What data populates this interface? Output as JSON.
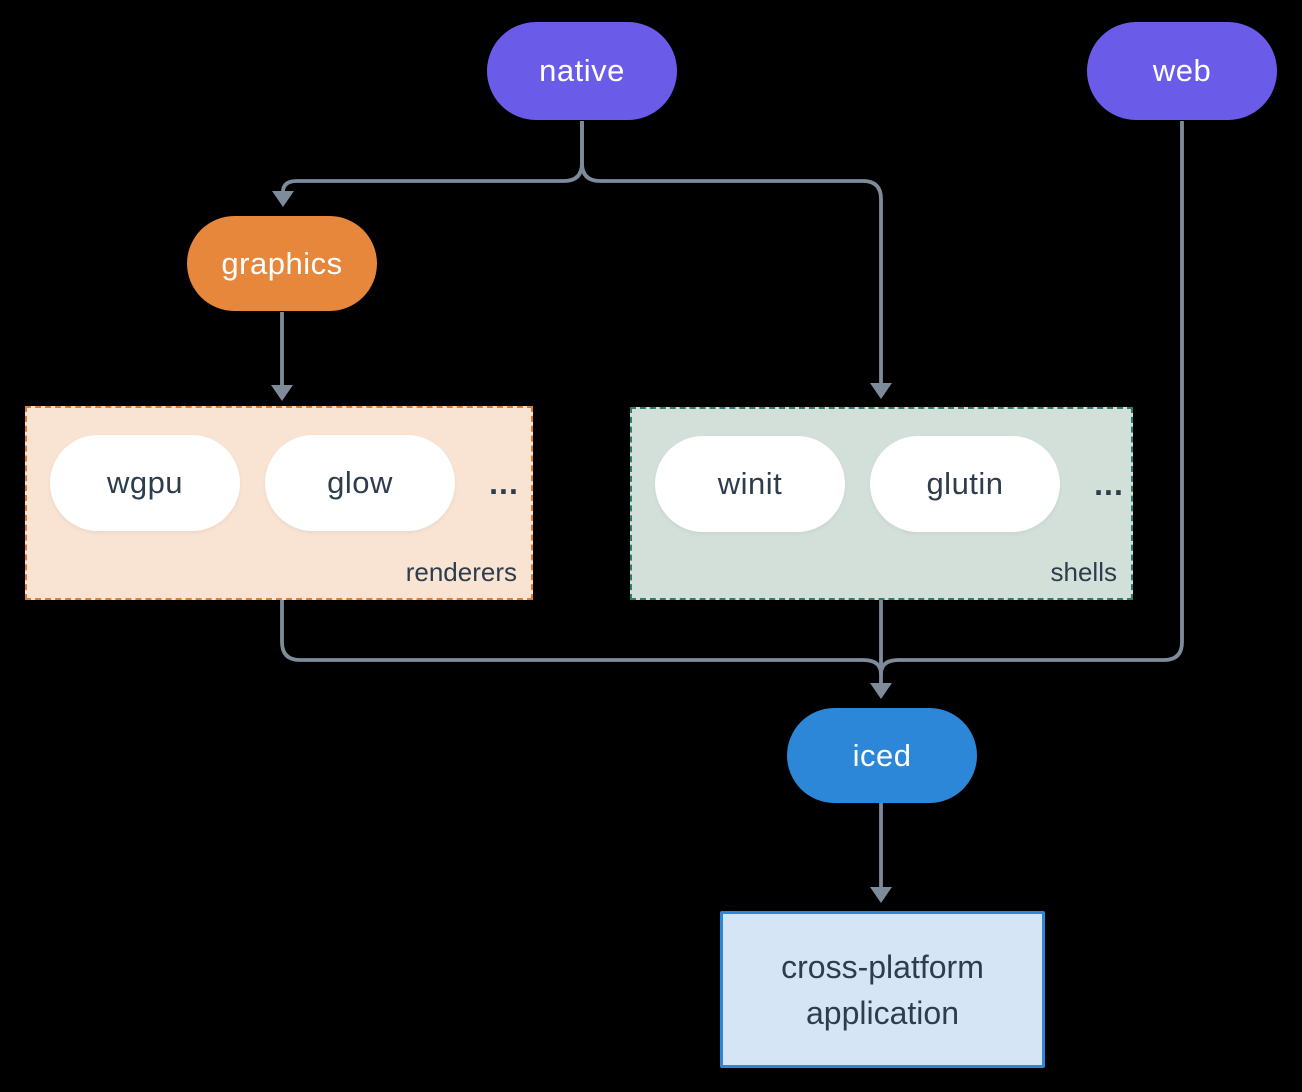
{
  "diagram": {
    "nodes": {
      "native": {
        "label": "native",
        "fill": "#6a5ce8"
      },
      "web": {
        "label": "web",
        "fill": "#6a5ce8"
      },
      "graphics": {
        "label": "graphics",
        "fill": "#e6873c"
      },
      "iced": {
        "label": "iced",
        "fill": "#2d87d8"
      },
      "wgpu": {
        "label": "wgpu",
        "fill": "#ffffff"
      },
      "glow": {
        "label": "glow",
        "fill": "#ffffff"
      },
      "winit": {
        "label": "winit",
        "fill": "#ffffff"
      },
      "glutin": {
        "label": "glutin",
        "fill": "#ffffff"
      }
    },
    "groups": {
      "renderers": {
        "label": "renderers",
        "ellipsis": "...",
        "fill": "#f9e3d3",
        "border": "#de7e2f"
      },
      "shells": {
        "label": "shells",
        "ellipsis": "...",
        "fill": "#d3e0da",
        "border": "#2e7c6c"
      }
    },
    "application": {
      "line1": "cross-platform",
      "line2": "application",
      "fill": "#d5e5f6",
      "border": "#2d87d8"
    },
    "edges": [
      {
        "from": "native",
        "to": "graphics"
      },
      {
        "from": "native",
        "to": "shells"
      },
      {
        "from": "graphics",
        "to": "renderers"
      },
      {
        "from": "renderers",
        "to": "iced"
      },
      {
        "from": "shells",
        "to": "iced"
      },
      {
        "from": "web",
        "to": "iced"
      },
      {
        "from": "iced",
        "to": "cross-platform application"
      }
    ],
    "colors": {
      "background": "#000000",
      "connector": "#7e8b9a",
      "dark_text": "#2e3d4c",
      "pill_text": "#ffffff"
    }
  }
}
